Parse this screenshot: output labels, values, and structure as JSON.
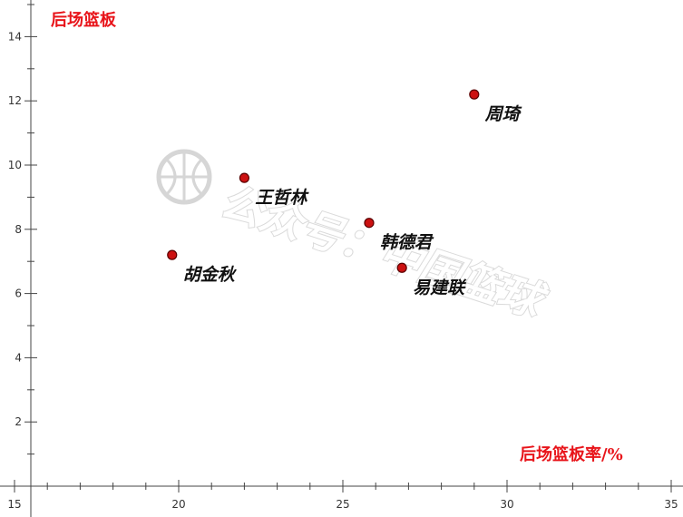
{
  "chart_data": {
    "type": "scatter",
    "title": "",
    "ylabel": "后场篮板",
    "xlabel": "后场篮板率/%",
    "xlim": [
      15,
      35
    ],
    "ylim": [
      0,
      15
    ],
    "x_ticks": [
      15,
      20,
      25,
      30,
      35
    ],
    "y_ticks": [
      2,
      4,
      6,
      8,
      10,
      12,
      14
    ],
    "grid": false,
    "points": [
      {
        "label": "周琦",
        "x": 29.0,
        "y": 12.2
      },
      {
        "label": "王哲林",
        "x": 22.0,
        "y": 9.6
      },
      {
        "label": "韩德君",
        "x": 25.8,
        "y": 8.2
      },
      {
        "label": "胡金秋",
        "x": 19.8,
        "y": 7.2
      },
      {
        "label": "易建联",
        "x": 26.8,
        "y": 6.8
      }
    ],
    "colors": {
      "axis_title": "#e8141a",
      "point_fill": "#cc1111",
      "point_stroke": "#5a0000",
      "axis": "#444444"
    }
  },
  "watermark": {
    "text": "公众号：中国篮球",
    "icon": "basketball-icon"
  }
}
